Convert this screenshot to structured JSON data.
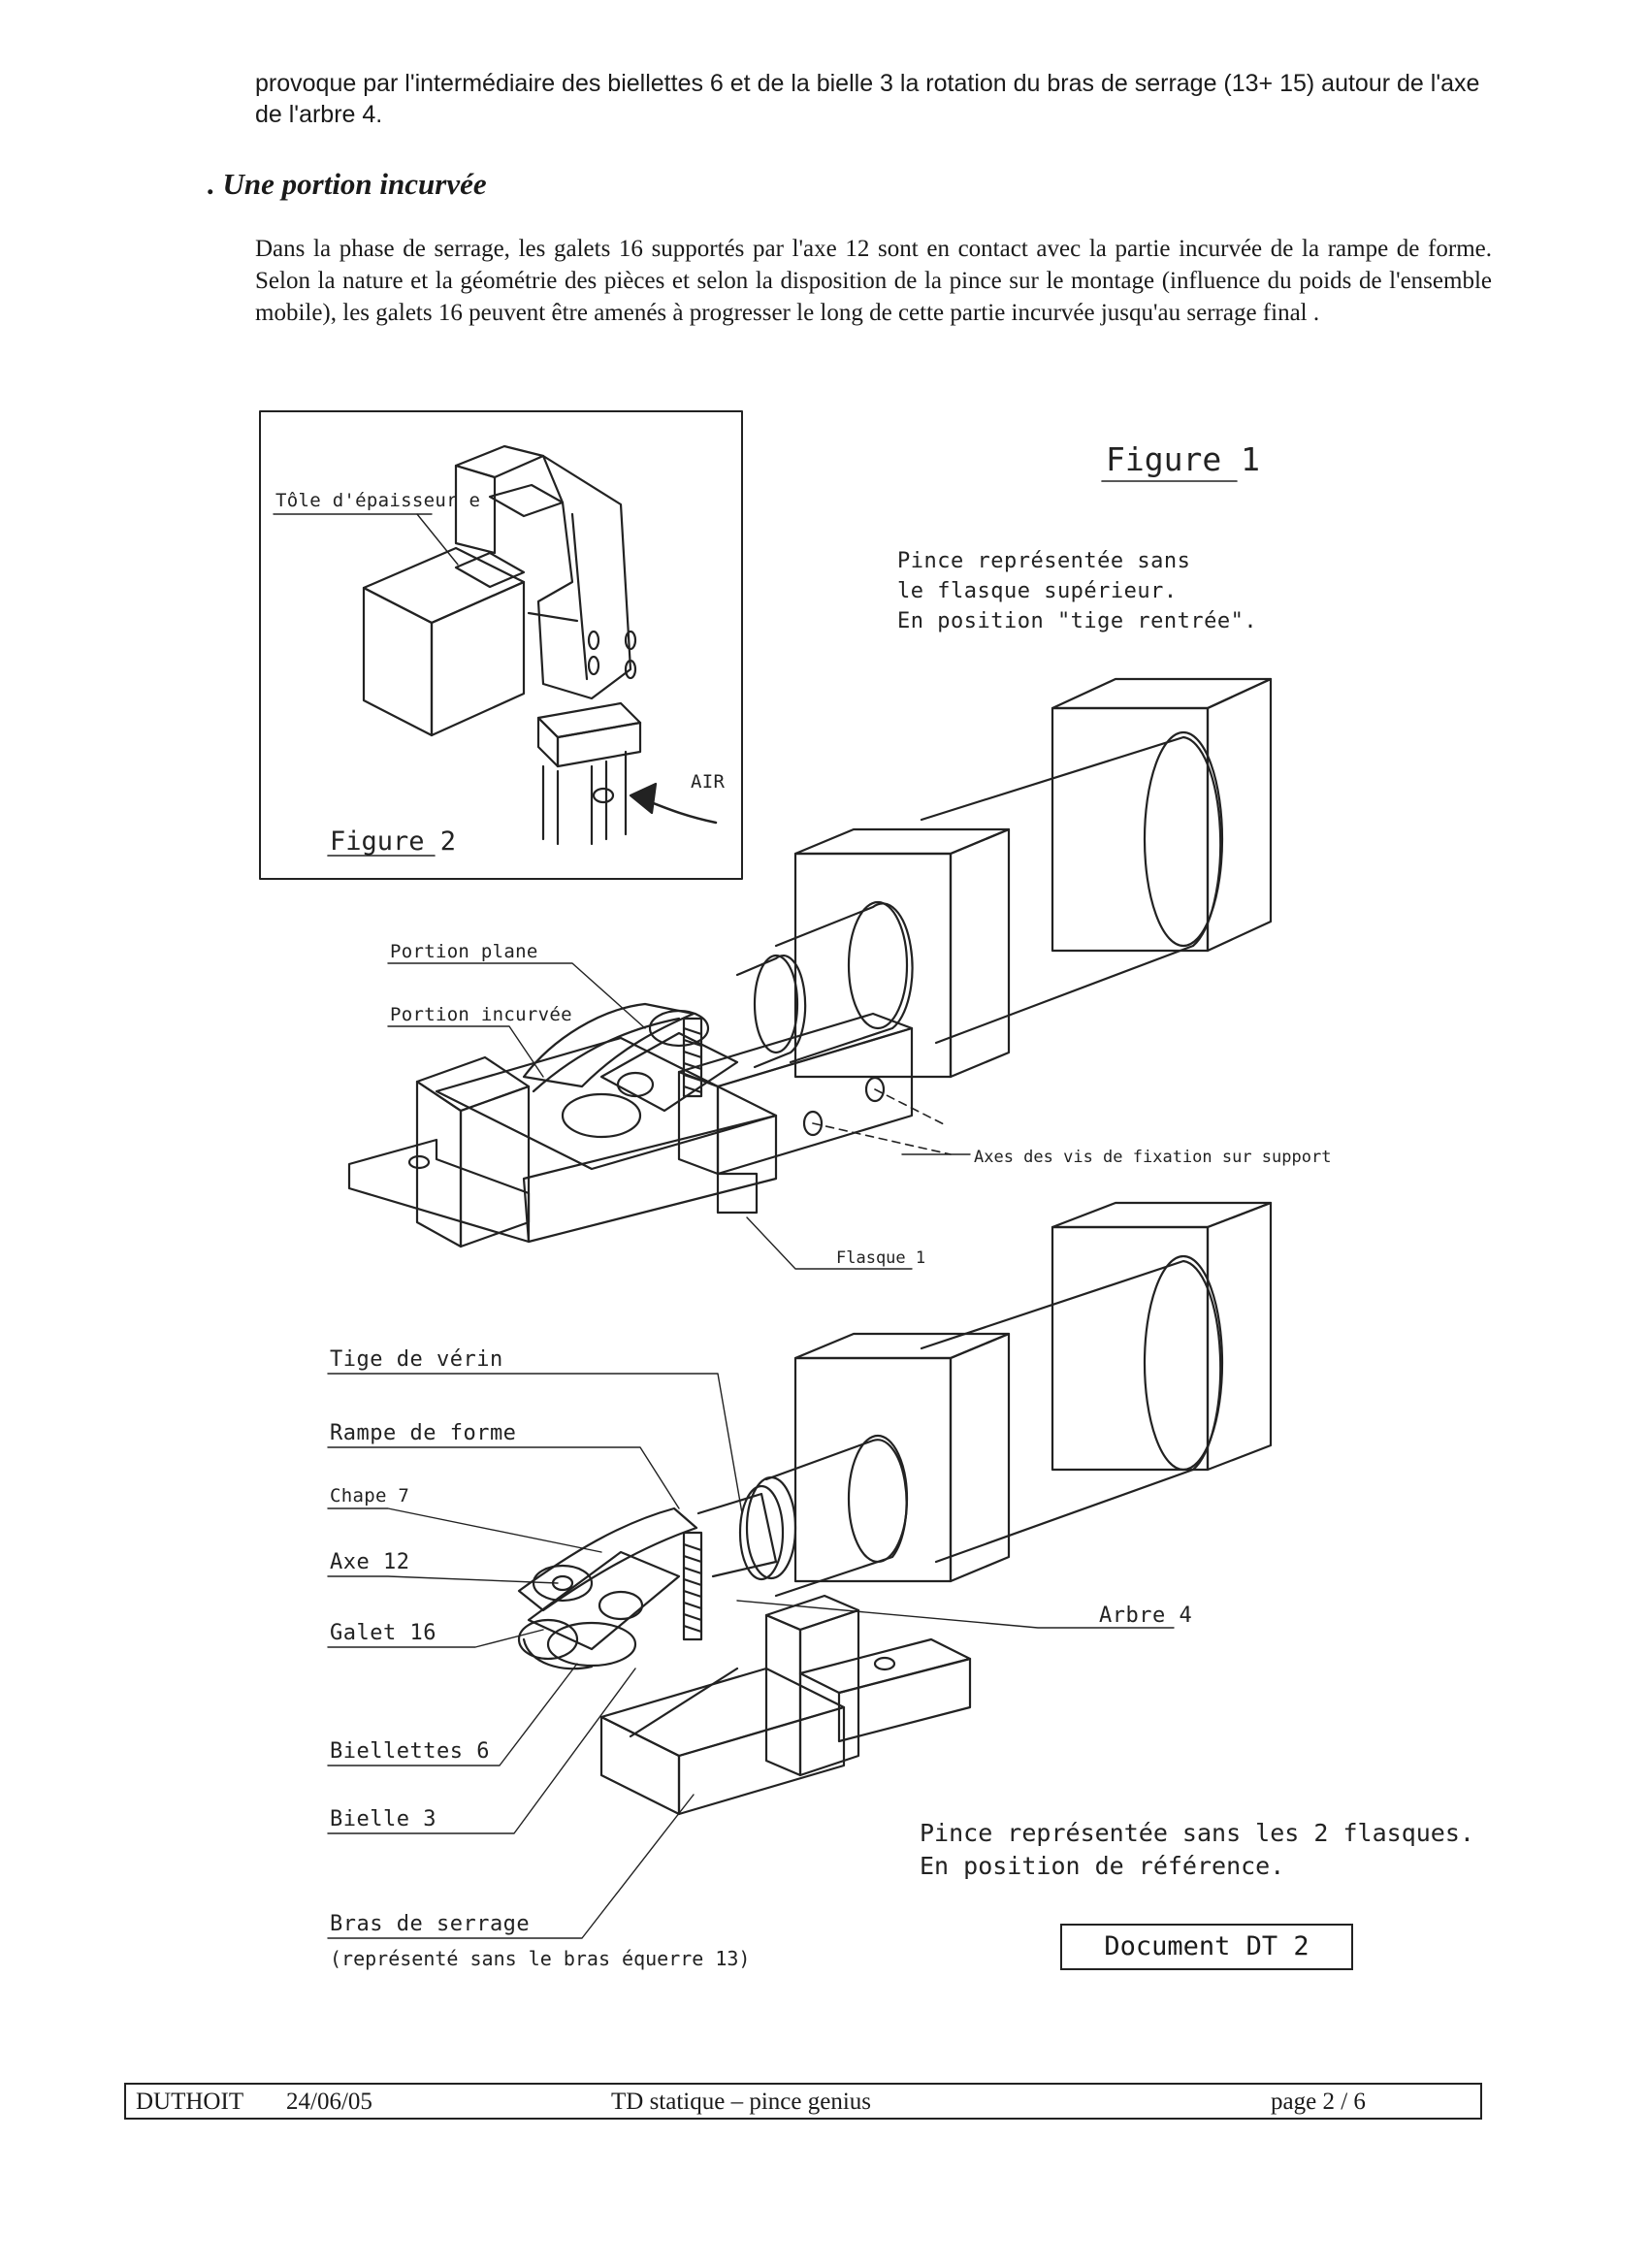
{
  "paragraph_intro": "provoque par l'intermédiaire des biellettes 6 et de la bielle 3 la rotation du bras de serrage (13+ 15) autour de l'axe de l'arbre 4.",
  "section_heading": ". Une portion incurvée",
  "paragraph_body": "Dans la phase de serrage, les galets 16 supportés par l'axe 12 sont en contact avec la partie incurvée de la rampe de forme. Selon la nature et la géométrie des pièces et selon la disposition de la pince sur le montage (influence du poids de l'ensemble mobile), les galets 16 peuvent être amenés à progresser le long de cette partie incurvée jusqu'au serrage final .",
  "figure1": {
    "title": "Figure 1",
    "caption_lines": [
      "Pince représentée sans",
      "le flasque supérieur.",
      "En position \"tige rentrée\"."
    ],
    "labels": {
      "portion_plane": "Portion plane",
      "portion_incurvee": "Portion incurvée",
      "axes_vis": "Axes des vis de fixation sur support",
      "flasque": "Flasque 1"
    }
  },
  "figure2": {
    "title": "Figure 2",
    "tole_label": "Tôle d'épaisseur e",
    "air_label": "AIR"
  },
  "figure3": {
    "labels": {
      "tige": "Tige de vérin",
      "rampe": "Rampe de forme",
      "chape": "Chape 7",
      "axe": "Axe 12",
      "galet": "Galet 16",
      "biellettes": "Biellettes 6",
      "bielle": "Bielle 3",
      "bras": "Bras de serrage",
      "bras_note": "(représenté sans le bras équerre 13)",
      "arbre": "Arbre 4"
    },
    "caption_lines": [
      "Pince représentée sans les 2 flasques.",
      "En position de référence."
    ]
  },
  "document_tag": "Document DT 2",
  "footer": {
    "author": "DUTHOIT",
    "date": "24/06/05",
    "title": "TD statique – pince genius",
    "page": "page 2 / 6"
  }
}
